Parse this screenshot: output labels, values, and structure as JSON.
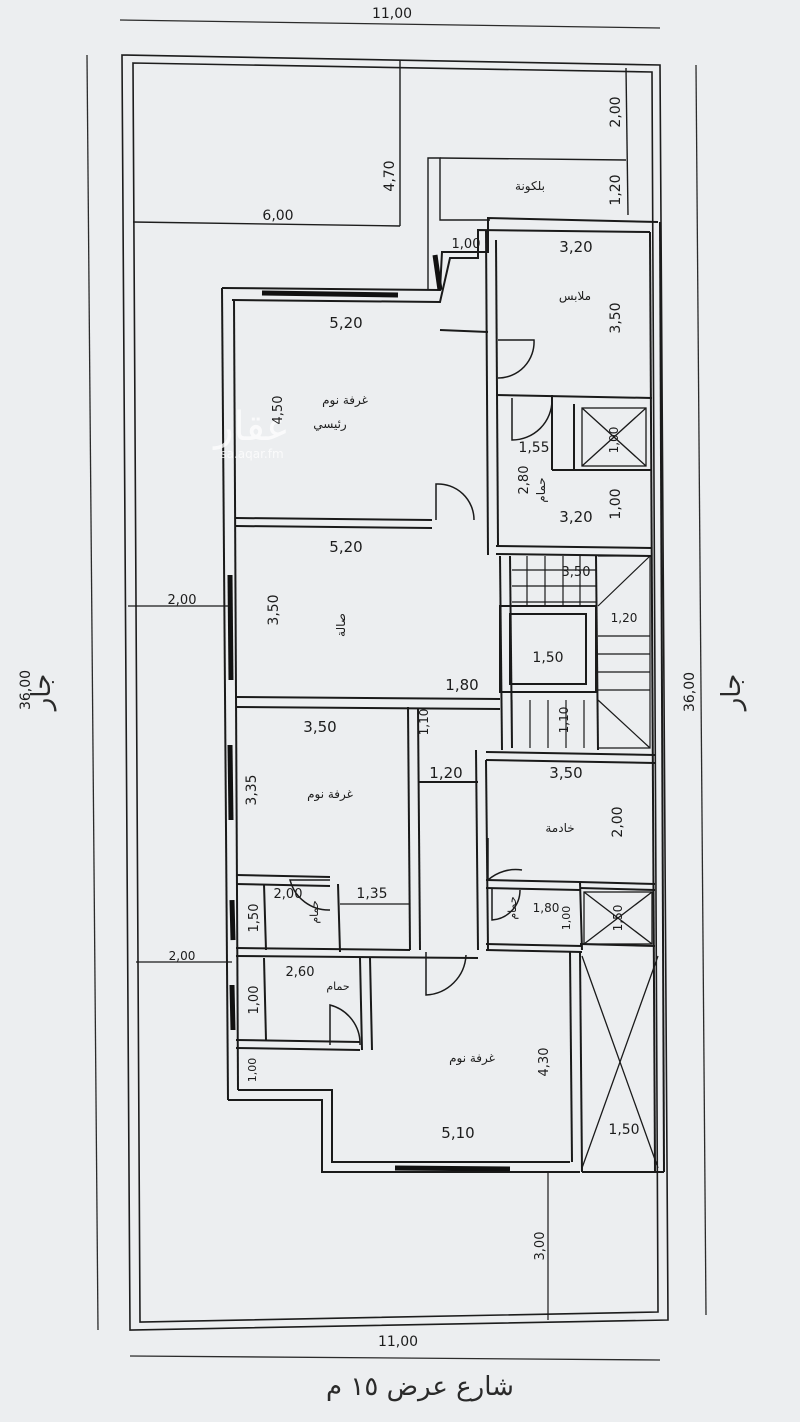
{
  "plan": {
    "overall_width": "11,00",
    "overall_length": "36,00",
    "street": "شارع عرض ١٥ م",
    "neighbor_label": "جار",
    "watermark": {
      "logo": "عقار",
      "url": "sa.aqar.fm"
    }
  },
  "rooms": {
    "balcony": "بلكونة",
    "dressing": "ملابس",
    "master_bedroom_line1": "غرفة نوم",
    "master_bedroom_line2": "رئيسي",
    "bath1": "حمام",
    "hall": "صالة",
    "bedroom2": "غرفة نوم",
    "maid": "خادمة",
    "bath2": "حمام",
    "bath3": "حمام",
    "bedroom3": "غرفة نوم",
    "bath4": "حمام"
  },
  "dimensions": {
    "top_width": "11,00",
    "bottom_width": "11,00",
    "right_setback_top": "2,00",
    "right_small_1": "1,20",
    "front_yard_depth": "4,70",
    "front_yard_width": "6,00",
    "balcony_step": "1,00",
    "dressing_w": "3,20",
    "dressing_d": "3,50",
    "master_w": "5,20",
    "master_d": "4,50",
    "bath1_a": "1,55",
    "bath1_b": "2,80",
    "bath1_w": "3,20",
    "bath1_c": "1,00",
    "shaft1": "1,00",
    "hall_w": "5,20",
    "hall_d": "3,50",
    "left_setback_1": "2,00",
    "stair_top": "3,50",
    "stair_small": "1,20",
    "lift": "1,50",
    "corridor_w": "1,80",
    "corridor_small": "1,10",
    "corridor_small_2": "1,10",
    "bed2_w": "3,50",
    "bed2_d": "3,35",
    "passage_w": "1,20",
    "maid_w": "3,50",
    "maid_d": "2,00",
    "bath2_w": "2,00",
    "bath2_d": "1,50",
    "lobby_w": "1,35",
    "left_setback_2": "2,00",
    "bath3_a": "1,80",
    "bath3_b": "1,00",
    "shaft2": "1,50",
    "bath4_w": "2,60",
    "bath4_d": "1,00",
    "bath4_side": "1,00",
    "bed3_w": "5,10",
    "bed3_d": "4,30",
    "shaft3": "1,50",
    "rear_setback": "3,00"
  }
}
